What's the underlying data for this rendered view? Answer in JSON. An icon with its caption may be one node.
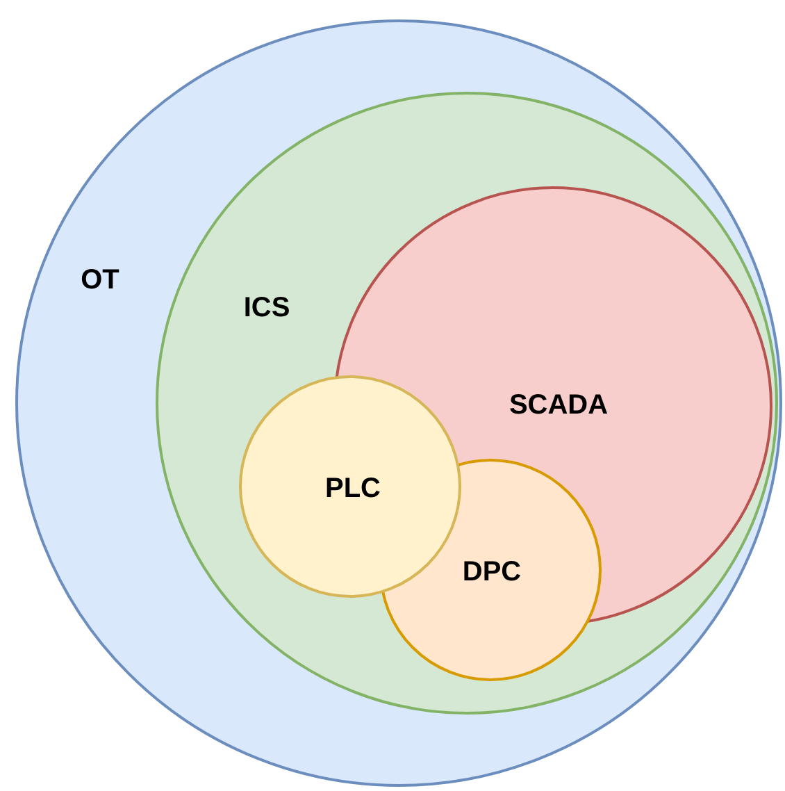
{
  "diagram": {
    "nodes": [
      {
        "text": [
          "OT"
        ]
      },
      {
        "text": [
          "ICS"
        ],
        "in": 0
      },
      {
        "text": [
          "SCADA"
        ],
        "in": 1
      },
      {
        "text": [
          "PLC"
        ],
        "in": 1
      },
      {
        "text": [
          "DPC"
        ],
        "in": 1
      }
    ]
  }
}
